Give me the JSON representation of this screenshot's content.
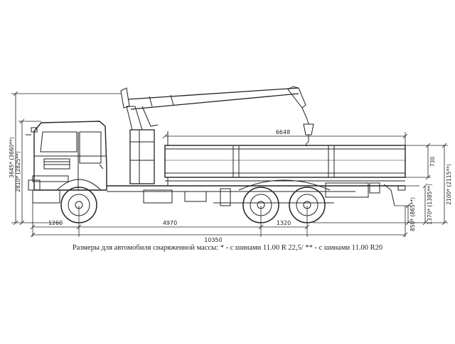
{
  "dimensions": {
    "overall_length": "10350",
    "front_overhang": "1260",
    "wheelbase": "4970",
    "rear_axle_spacing": "1320",
    "body_length": "6648",
    "body_side_height": "730",
    "total_height": "3645* (3660**)",
    "cab_height": "2810* (2825**)",
    "body_floor_height": "2100* (2115**)",
    "frame_height": "1370* (1385**)",
    "rear_step_height": "850* (865**)"
  },
  "caption": "Размеры для автомобиля снаряженной массы: * - с шинами 11.00 R 22,5/ ** - с шинами 11.00 R20",
  "colors": {
    "line": "#222222",
    "background": "#ffffff"
  }
}
